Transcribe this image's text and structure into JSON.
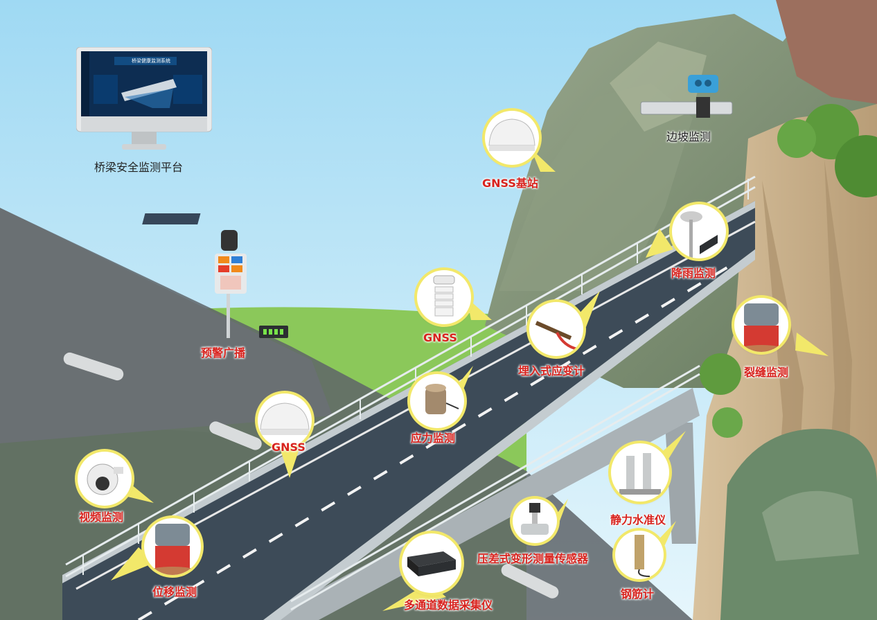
{
  "platform": {
    "caption": "桥梁安全监测平台",
    "screen_title": "桥梁健康监测系统"
  },
  "colors": {
    "label_red": "#d8231e",
    "callout_yellow": "#f2e86a",
    "road": "#3d4b58",
    "grass": "#7cc24a",
    "sky": "#bfe6f7"
  },
  "devices": [
    {
      "id": "gnss-base",
      "label": "GNSS基站",
      "icon": "gnss-dome-icon"
    },
    {
      "id": "slope",
      "label": "边坡监测",
      "icon": "slope-radar-icon"
    },
    {
      "id": "rain",
      "label": "降雨监测",
      "icon": "rain-gauge-icon"
    },
    {
      "id": "crack",
      "label": "裂缝监测",
      "icon": "crack-meter-icon"
    },
    {
      "id": "warning",
      "label": "预警广播",
      "icon": "warning-broadcast-icon"
    },
    {
      "id": "gnss-1",
      "label": "GNSS",
      "icon": "weather-sensor-icon"
    },
    {
      "id": "strain",
      "label": "埋入式应变计",
      "icon": "strain-gauge-icon"
    },
    {
      "id": "stress",
      "label": "应力监测",
      "icon": "stress-sensor-icon"
    },
    {
      "id": "gnss-2",
      "label": "GNSS",
      "icon": "gnss-dome-icon"
    },
    {
      "id": "video",
      "label": "视频监测",
      "icon": "camera-icon"
    },
    {
      "id": "displacement",
      "label": "位移监测",
      "icon": "displacement-meter-icon"
    },
    {
      "id": "level",
      "label": "静力水准仪",
      "icon": "level-gauge-icon"
    },
    {
      "id": "pressure",
      "label": "压差式变形测量传感器",
      "icon": "pressure-sensor-icon"
    },
    {
      "id": "rebar",
      "label": "钢筋计",
      "icon": "rebar-meter-icon"
    },
    {
      "id": "daq",
      "label": "多通道数据采集仪",
      "icon": "data-logger-icon"
    }
  ]
}
